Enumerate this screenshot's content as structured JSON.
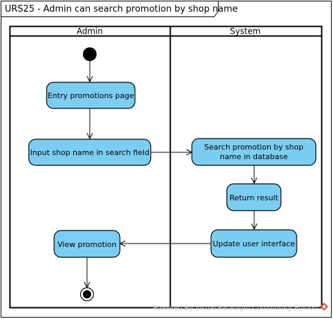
{
  "diagram": {
    "title": "URS25 - Admin can search promotion by shop name",
    "lanes": [
      {
        "id": "admin",
        "label": "Admin"
      },
      {
        "id": "system",
        "label": "System"
      }
    ],
    "nodes": {
      "entry": {
        "lines": [
          "Entry promotions page"
        ]
      },
      "input": {
        "lines": [
          "Input shop name in search field"
        ]
      },
      "search": {
        "lines": [
          "Search promotion by shop",
          "name in database"
        ]
      },
      "result": {
        "lines": [
          "Return result"
        ]
      },
      "update": {
        "lines": [
          "Update user interface"
        ]
      },
      "view": {
        "lines": [
          "View promotion"
        ]
      }
    },
    "watermark": "Powered By Visual Paradigm Community Edition",
    "colors": {
      "action_fill": "#7ccdf2",
      "stroke": "#000000",
      "watermark": "#c9c9c9",
      "logo": "#d94f3d"
    }
  }
}
